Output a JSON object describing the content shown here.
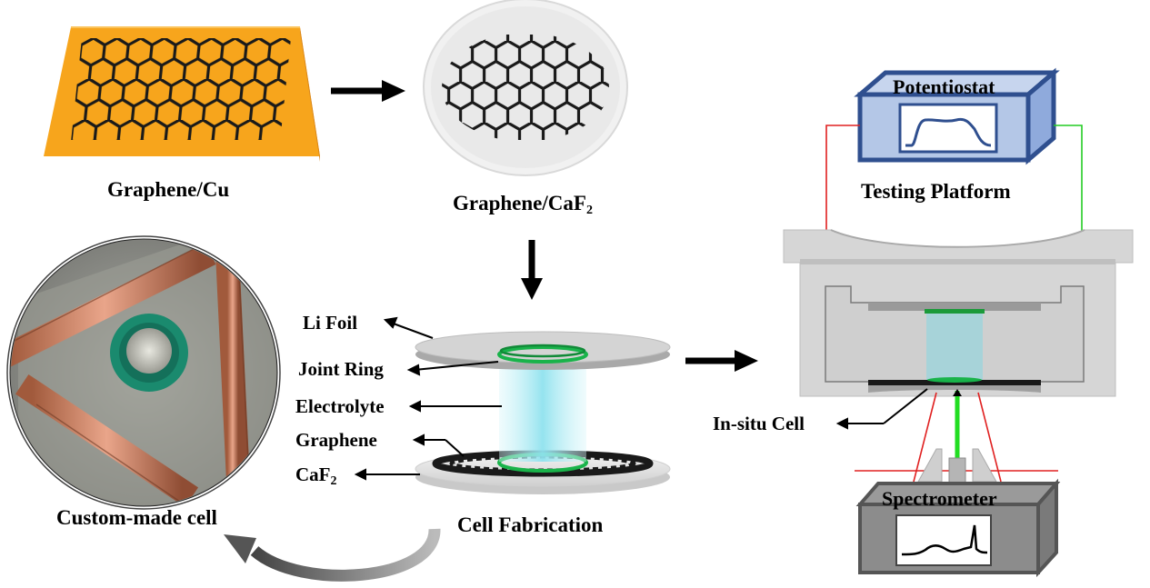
{
  "labels": {
    "graphene_cu": "Graphene/Cu",
    "graphene_caf2_main": "Graphene/CaF",
    "graphene_caf2_sub": "2",
    "custom_made_cell": "Custom-made cell",
    "cell_fabrication": "Cell Fabrication",
    "li_foil": "Li Foil",
    "joint_ring": "Joint Ring",
    "electrolyte": "Electrolyte",
    "graphene": "Graphene",
    "caf2_main": "CaF",
    "caf2_sub": "2",
    "potentiostat": "Potentiostat",
    "testing_platform": "Testing Platform",
    "in_situ_cell": "In-situ Cell",
    "spectrometer": "Spectrometer"
  },
  "colors": {
    "copper": "#f7a51c",
    "lattice": "#1a1a1a",
    "potentiostat_fill": "#b4c7e7",
    "potentiostat_edge": "#2f4f8f",
    "wire_red": "#e02020",
    "wire_green": "#22cc22",
    "laser": "#22dd22",
    "electrolyte": "#a6e6ef",
    "gasket": "#1a8a6e",
    "ring": "#19b34a"
  },
  "icons": {
    "arrow": "arrow-icon",
    "honeycomb": "honeycomb-lattice-icon"
  }
}
